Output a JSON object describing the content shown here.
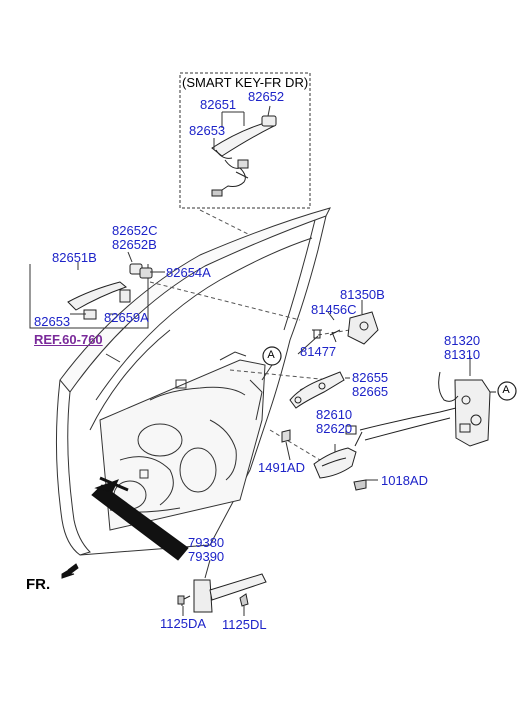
{
  "diagram": {
    "smart_key_title": "(SMART KEY-FR DR)",
    "reference_link": "REF.60-760",
    "direction_label": "FR.",
    "callout_letter": "A",
    "label_color": "#1d23c8",
    "reference_color": "#7a2a9a",
    "parts": {
      "p82651": "82651",
      "p82652": "82652",
      "p82653_top": "82653",
      "p82652C": "82652C",
      "p82652B": "82652B",
      "p82654A": "82654A",
      "p82651B": "82651B",
      "p82653_left": "82653",
      "p82659A": "82659A",
      "p81350B": "81350B",
      "p81456C": "81456C",
      "p81477": "81477",
      "p81320": "81320",
      "p81310": "81310",
      "p82655": "82655",
      "p82665": "82665",
      "p82610": "82610",
      "p82620": "82620",
      "p1491AD": "1491AD",
      "p1018AD": "1018AD",
      "p79380": "79380",
      "p79390": "79390",
      "p1125DA": "1125DA",
      "p1125DL": "1125DL"
    }
  }
}
